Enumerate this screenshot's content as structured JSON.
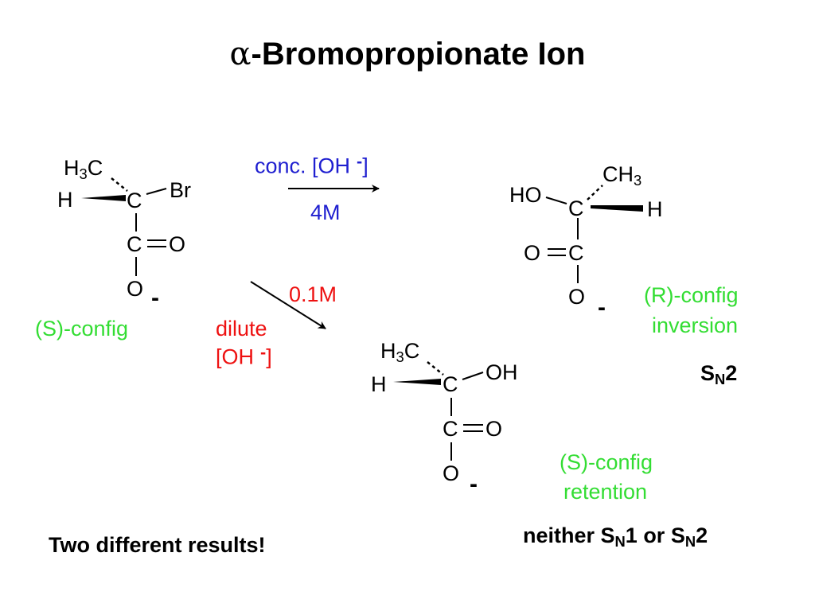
{
  "title": {
    "symbol": "α",
    "text": "-Bromopropionate Ion"
  },
  "atoms": {
    "ch3": "C",
    "ch3_h": "H",
    "ch3_sub": "3",
    "ch3_right": "CH",
    "c": "C",
    "h": "H",
    "br": "Br",
    "o": "O",
    "oh": "OH",
    "ho": "HO",
    "charge": "-"
  },
  "reagents": {
    "conc_label": "conc. [OH",
    "conc_close": "]",
    "minus": "-",
    "conc_molarity": "4M",
    "dilute_molarity": "0.1M",
    "dilute_label": "dilute",
    "dilute_oh": "[OH",
    "dilute_close": "]"
  },
  "labels": {
    "start_config": "(S)-config",
    "r_config": "(R)-config",
    "inversion": "inversion",
    "s_config": "(S)-config",
    "retention": "retention",
    "sn2_s": "S",
    "sn2_n": "N",
    "sn2_2": "2",
    "neither_prefix": "neither S",
    "neither_n1": "N",
    "neither_mid": "1 or S",
    "neither_n2": "N",
    "neither_end": "2",
    "two_results": "Two different results!"
  },
  "colors": {
    "text": "#000000",
    "green": "#33dd33",
    "blue": "#1f1fd0",
    "red": "#ee1111"
  }
}
